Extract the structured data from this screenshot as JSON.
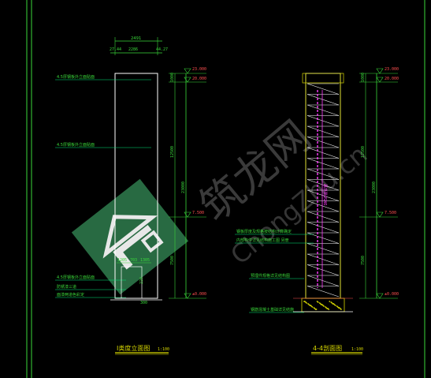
{
  "colors": {
    "background": "#000000",
    "outline": "#ffffff",
    "dim": "#3ad83a",
    "leader": "#00e676",
    "text_label": "#3ad83a",
    "level_text": "#ff5050",
    "hatch": "#d8d800",
    "pipe": "#ff3cff",
    "watermark_green": "#2f7d4e",
    "watermark_text": "#6b6b6b"
  },
  "left_drawing": {
    "title": "I类度立面图",
    "scale": "1:100",
    "top_dims": {
      "total": "2491",
      "parts": [
        "27.44",
        "2286",
        "44.27"
      ]
    },
    "callouts": [
      "4.5厚钢板外立面贴面",
      "4.5厚钢板外立面贴面",
      "4.5厚钢板外立面贴面",
      "防锈漆三道",
      "面漆两道色彩定"
    ],
    "bottom_dims": [
      "1205",
      "703",
      "1305"
    ],
    "small_dims": [
      "220",
      "300"
    ]
  },
  "right_drawing": {
    "title": "4-4剖面图",
    "scale": "1:100",
    "callouts": [
      "钢板厚度及规格按结构计算确定",
      "内部构件详见结构施工图 另册",
      "预埋件规格详见结构图",
      "钢筋混凝土基础详见结施"
    ],
    "pipe_label": "DN50镀锌管"
  },
  "vertical_dims": [
    "1000",
    "12500",
    "23000",
    "7500"
  ],
  "levels": [
    "23.000",
    "20.000",
    "7.500",
    "±0.000"
  ],
  "watermark": {
    "text": "筑龙网",
    "latin": "ChongZhu.cn"
  }
}
